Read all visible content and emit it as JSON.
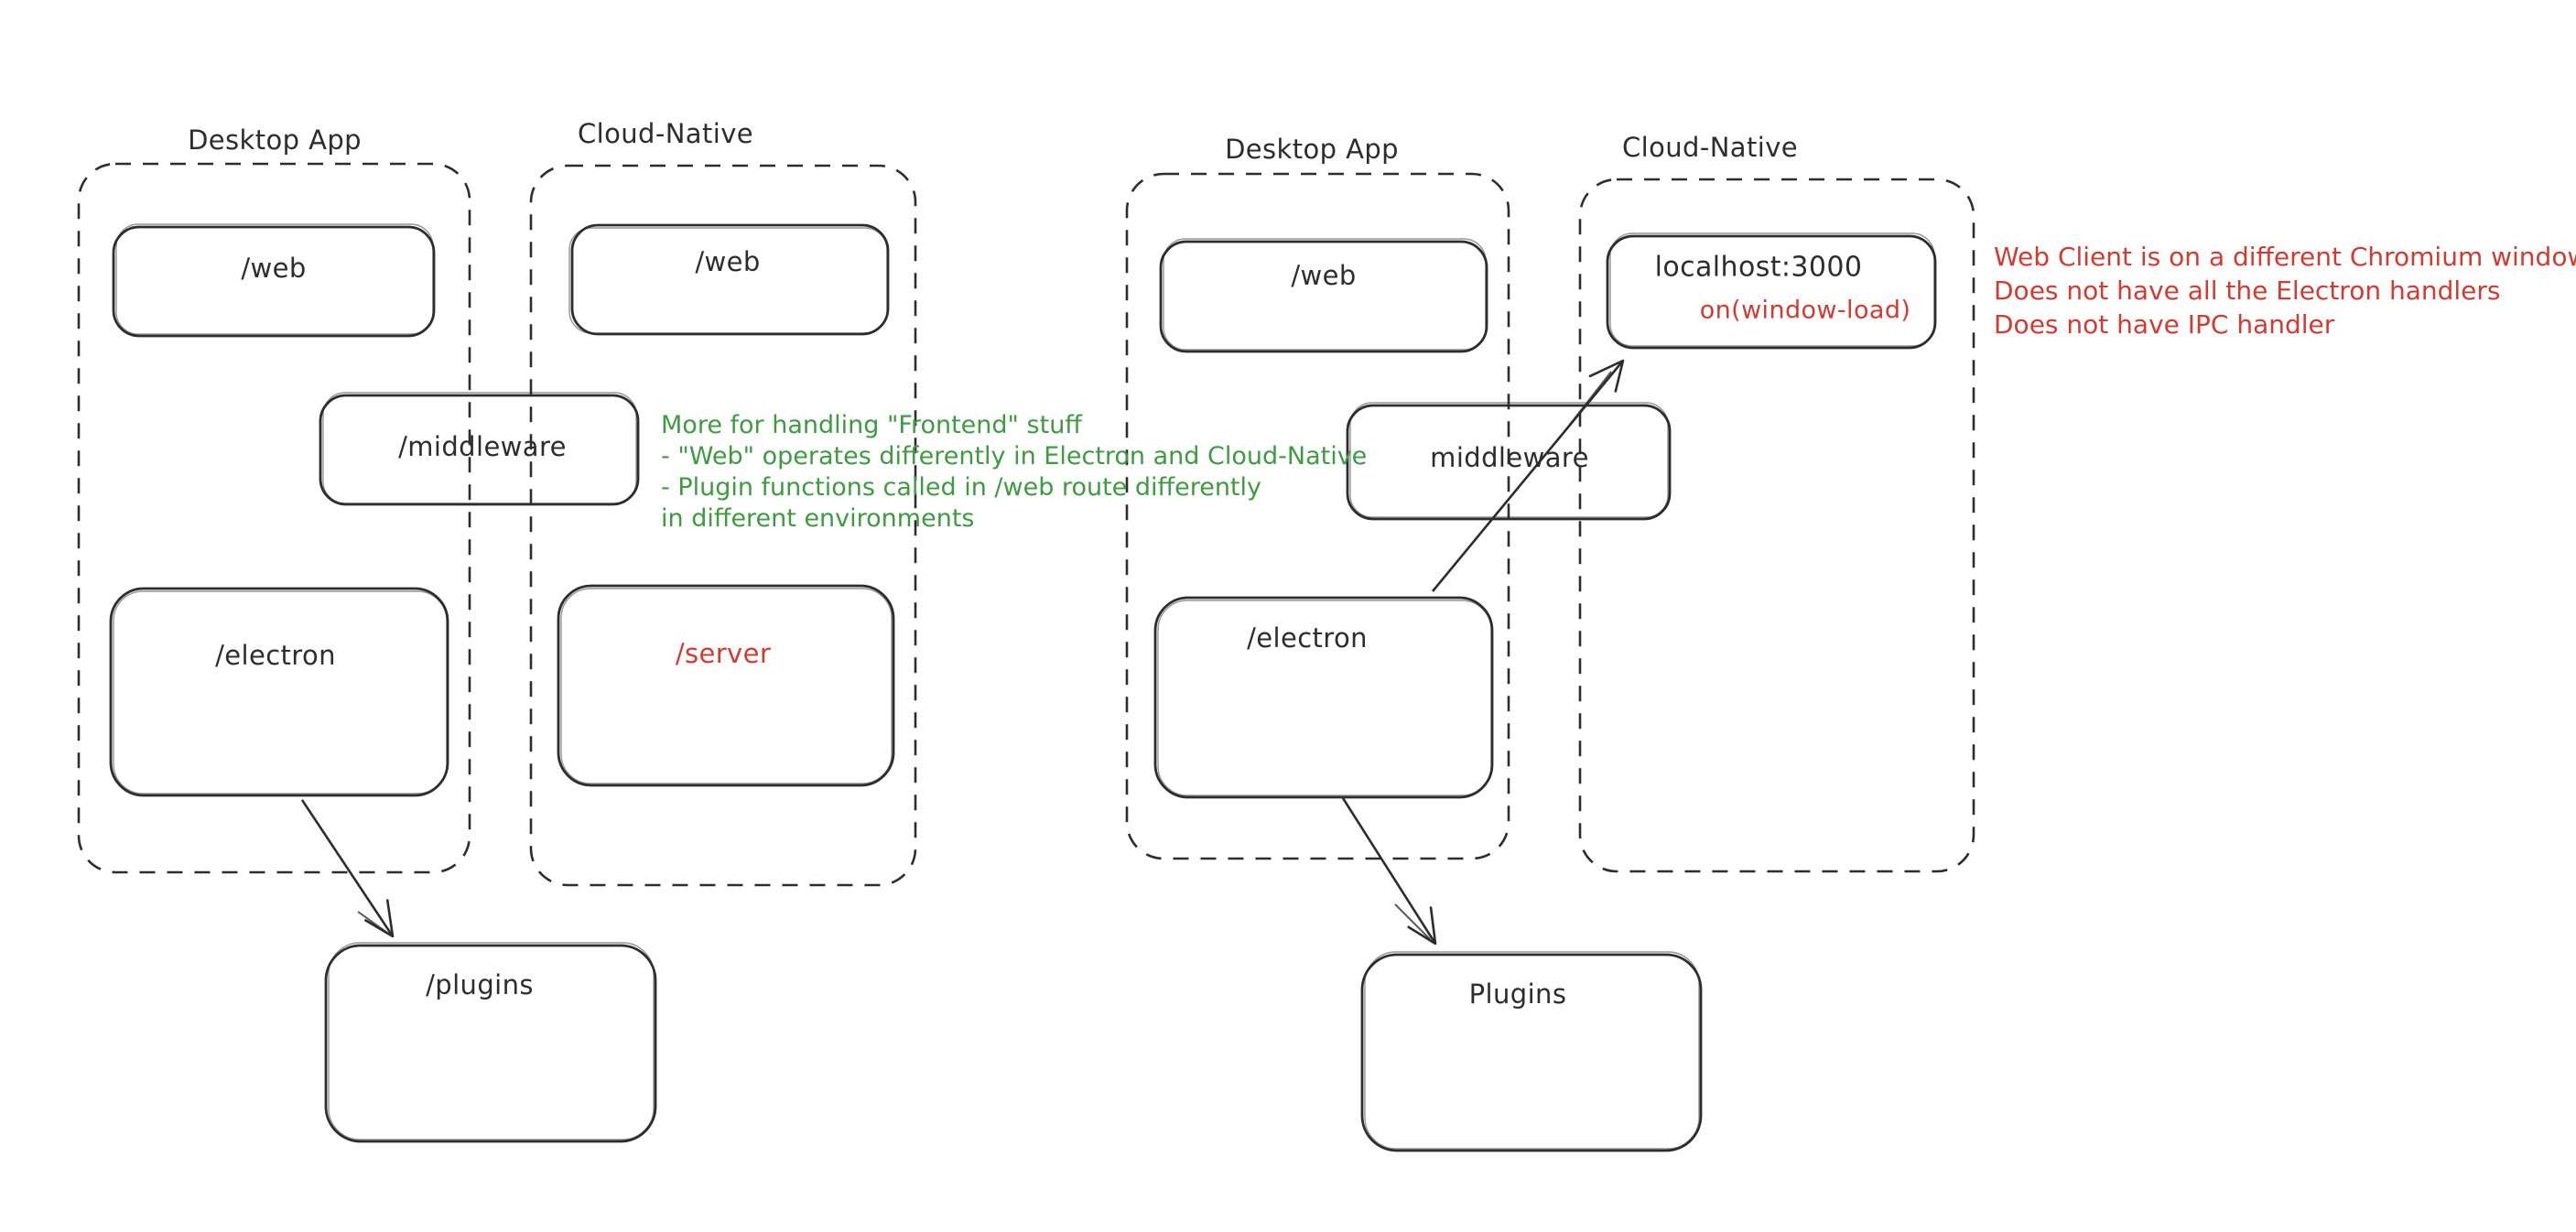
{
  "palette": {
    "stroke": "#2d2d2d",
    "green": "#3f9b42",
    "red": "#d23b31",
    "canvas_background": "#ffffff"
  },
  "left_diagram": {
    "desktop_container_title": "Desktop App",
    "cloud_container_title": "Cloud-Native",
    "web_desktop_box": "/web",
    "web_cloud_box": "/web",
    "middleware_box": "/middleware",
    "electron_box": "/electron",
    "server_box": "/server",
    "plugins_box": "/plugins",
    "annotation": {
      "color": "#3f9b42",
      "lines": [
        "More for handling \"Frontend\" stuff",
        "- \"Web\" operates differently in Electron and Cloud-Native",
        "- Plugin functions called in /web route differently",
        "in different environments"
      ]
    }
  },
  "right_diagram": {
    "desktop_container_title": "Desktop App",
    "cloud_container_title": "Cloud-Native",
    "web_box": "/web",
    "localhost_box": "localhost:3000",
    "localhost_box_sub": "on(window-load)",
    "middleware_box": "middleware",
    "electron_box": "/electron",
    "plugins_box": "Plugins",
    "annotation": {
      "color": "#d23b31",
      "lines": [
        "Web Client is on a different Chromium window",
        "Does not have all the Electron handlers",
        "Does not have IPC handler"
      ]
    }
  }
}
